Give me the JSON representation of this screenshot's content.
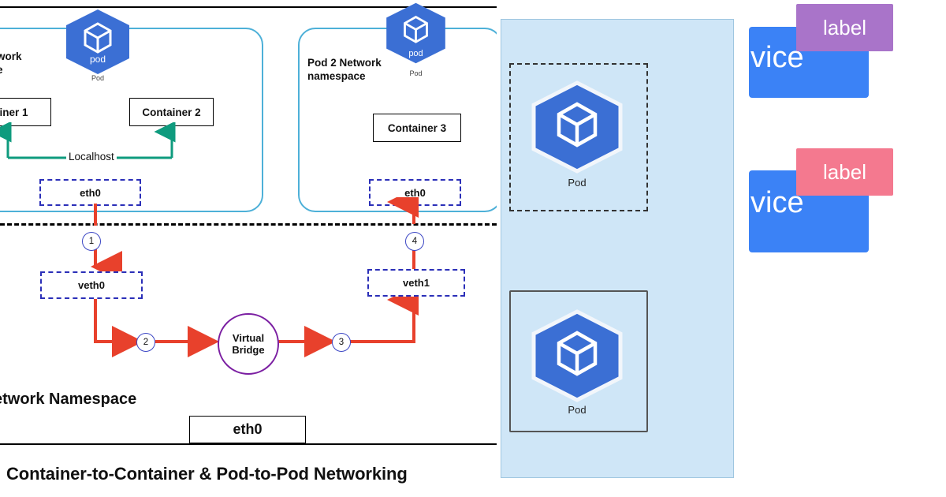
{
  "left_panel": {
    "caption": "Container-to-Container & Pod-to-Pod Networking",
    "pod1": {
      "ns_label_line1": "work",
      "ns_label_line2": "e",
      "k8s_badge": "pod",
      "k8s_sub": "Pod",
      "containers": [
        "tainer 1",
        "Container 2"
      ],
      "localhost_label": "Localhost",
      "eth0": "eth0"
    },
    "pod2": {
      "ns_label_line1": "Pod 2 Network",
      "ns_label_line2": "namespace",
      "k8s_badge": "pod",
      "k8s_sub": "Pod",
      "containers": [
        "Container 3"
      ],
      "eth0": "eth0"
    },
    "host": {
      "ns_title": "etwork Namespace",
      "veth0": "veth0",
      "veth1": "veth1",
      "virtual_bridge_line1": "Virtual",
      "virtual_bridge_line2": "Bridge",
      "host_eth0": "eth0"
    },
    "step_numbers": [
      "1",
      "2",
      "3",
      "4"
    ],
    "colors": {
      "pod_border": "#4db0d8",
      "arrow_red": "#e8412c",
      "arrow_green": "#0f9b7e",
      "dash_blue": "#2b2fb8",
      "bridge_purple": "#7b1fa2",
      "k8s_blue": "#3b6fd4"
    }
  },
  "mid_panel": {
    "pods": [
      "Pod",
      "Pod"
    ],
    "colors": {
      "region_fill": "#cfe6f7",
      "node_border": "#555555",
      "dash_border": "#333333",
      "k8s_blue": "#3b6fd4"
    }
  },
  "right_panel": {
    "services": [
      {
        "text": "vice",
        "label": "label",
        "label_color": "#a974c9"
      },
      {
        "text": "vice",
        "label": "label",
        "label_color": "#f4798f"
      }
    ],
    "colors": {
      "service_blue": "#3b82f6"
    }
  }
}
